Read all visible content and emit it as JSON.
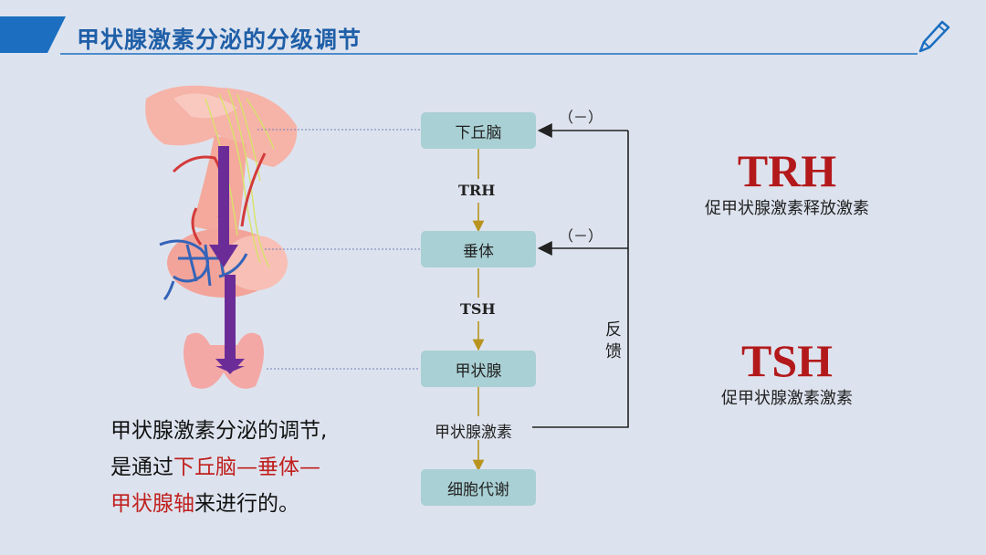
{
  "title": "甲状腺激素分泌的分级调节",
  "flow": {
    "boxes": [
      "下丘脑",
      "垂体",
      "甲状腺",
      "细胞代谢"
    ],
    "hormones": [
      "TRH",
      "TSH"
    ],
    "output_hormone": "甲状腺激素",
    "negative_signs": [
      "（－）",
      "（－）"
    ],
    "feedback_label": "反馈"
  },
  "definitions": [
    {
      "abbr": "TRH",
      "full": "促甲状腺激素释放激素"
    },
    {
      "abbr": "TSH",
      "full": "促甲状腺激素激素"
    }
  ],
  "summary": {
    "part1": "甲状腺激素分泌的调节,",
    "part2": "是通过",
    "highlight1": "下丘脑—垂体—",
    "highlight2": "甲状腺轴",
    "part3": "来进行的。"
  },
  "colors": {
    "title": "#1f5fa8",
    "box": "#a9d0d4",
    "arrow": "#b8941f",
    "highlight": "#c0201e"
  }
}
